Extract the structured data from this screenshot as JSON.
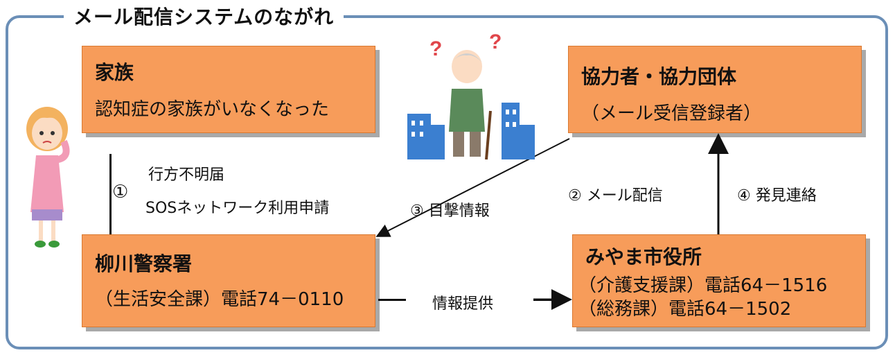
{
  "title": "メール配信システムのながれ",
  "family": {
    "heading": "家族",
    "text": "認知症の家族がいなくなった"
  },
  "cooperator": {
    "heading": "協力者・協力団体",
    "text": "（メール受信登録者）"
  },
  "police": {
    "heading": "柳川警察署",
    "text": "（生活安全課）電話74－0110"
  },
  "city": {
    "heading": "みやま市役所",
    "line1": "（介護支援課）電話64－1516",
    "line2": "（総務課）電話64－1502"
  },
  "step1": {
    "num": "①",
    "line1": "行方不明届",
    "line2": "SOSネットワーク利用申請"
  },
  "step2": "② メール配信",
  "step3": "③ 目撃情報",
  "step4": "④ 発見連絡",
  "info_provision": "情報提供",
  "icons": {
    "question": "?"
  }
}
